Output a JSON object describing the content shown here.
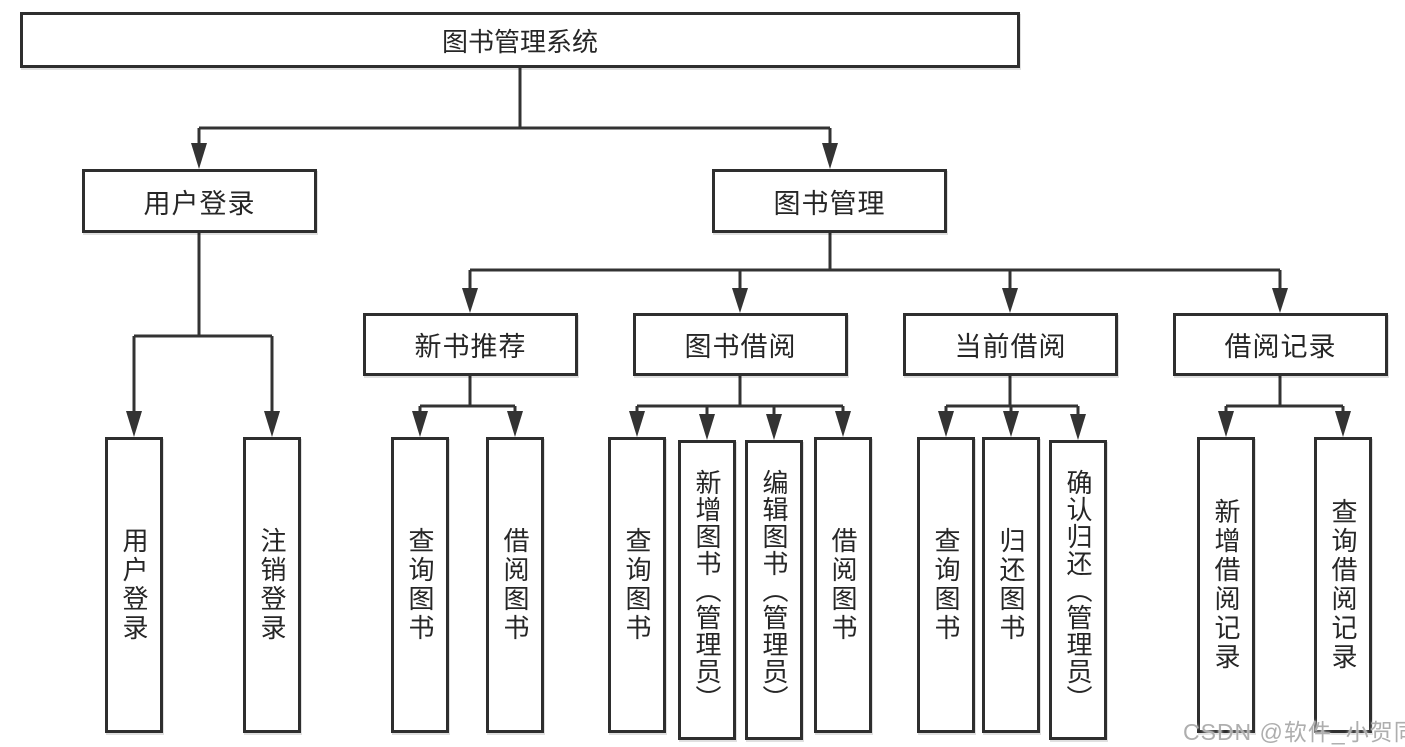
{
  "diagram": {
    "title": "图书管理系统",
    "level2": [
      {
        "label": "用户登录"
      },
      {
        "label": "图书管理"
      }
    ],
    "level3": [
      {
        "label": "新书推荐"
      },
      {
        "label": "图书借阅"
      },
      {
        "label": "当前借阅"
      },
      {
        "label": "借阅记录"
      }
    ],
    "leaves": [
      {
        "label": "用户登录",
        "parent": "用户登录"
      },
      {
        "label": "注销登录",
        "parent": "用户登录"
      },
      {
        "label": "查询图书",
        "parent": "新书推荐"
      },
      {
        "label": "借阅图书",
        "parent": "新书推荐"
      },
      {
        "label": "查询图书",
        "parent": "图书借阅"
      },
      {
        "label": "新增图书（管理员）",
        "parent": "图书借阅"
      },
      {
        "label": "编辑图书（管理员）",
        "parent": "图书借阅"
      },
      {
        "label": "借阅图书",
        "parent": "图书借阅"
      },
      {
        "label": "查询图书",
        "parent": "当前借阅"
      },
      {
        "label": "归还图书",
        "parent": "当前借阅"
      },
      {
        "label": "确认归还（管理员）",
        "parent": "当前借阅"
      },
      {
        "label": "新增借阅记录",
        "parent": "借阅记录"
      },
      {
        "label": "查询借阅记录",
        "parent": "借阅记录"
      }
    ]
  },
  "colors": {
    "line": "#333333",
    "border": "#2e2e2e",
    "text": "#262626",
    "background": "#ffffff",
    "watermark": "#aaaaaa"
  },
  "watermark": "CSDN @软件_小贺同学"
}
